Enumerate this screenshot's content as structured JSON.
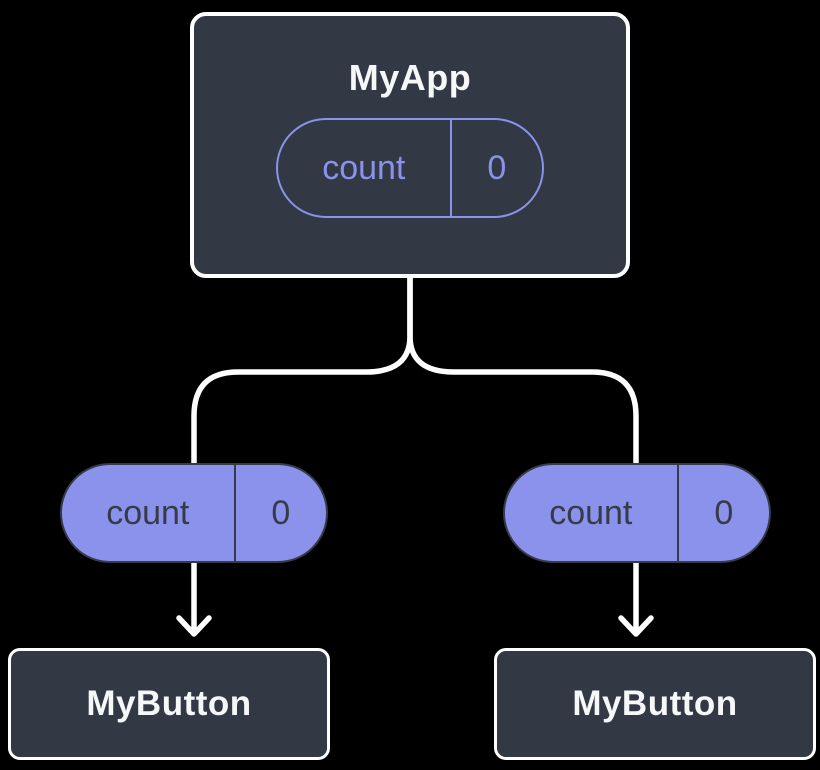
{
  "diagram": {
    "root": {
      "label": "MyApp",
      "state": {
        "name": "count",
        "value": "0"
      }
    },
    "children": [
      {
        "pill": {
          "name": "count",
          "value": "0"
        },
        "label": "MyButton"
      },
      {
        "pill": {
          "name": "count",
          "value": "0"
        },
        "label": "MyButton"
      }
    ],
    "colors": {
      "bg": "#000000",
      "box_fill": "#333845",
      "box_border": "#ffffff",
      "line_white": "#ffffff",
      "pill_purple": "#8A92EC",
      "pill_dark": "#353B48",
      "title_white": "#F6F7F9"
    }
  }
}
